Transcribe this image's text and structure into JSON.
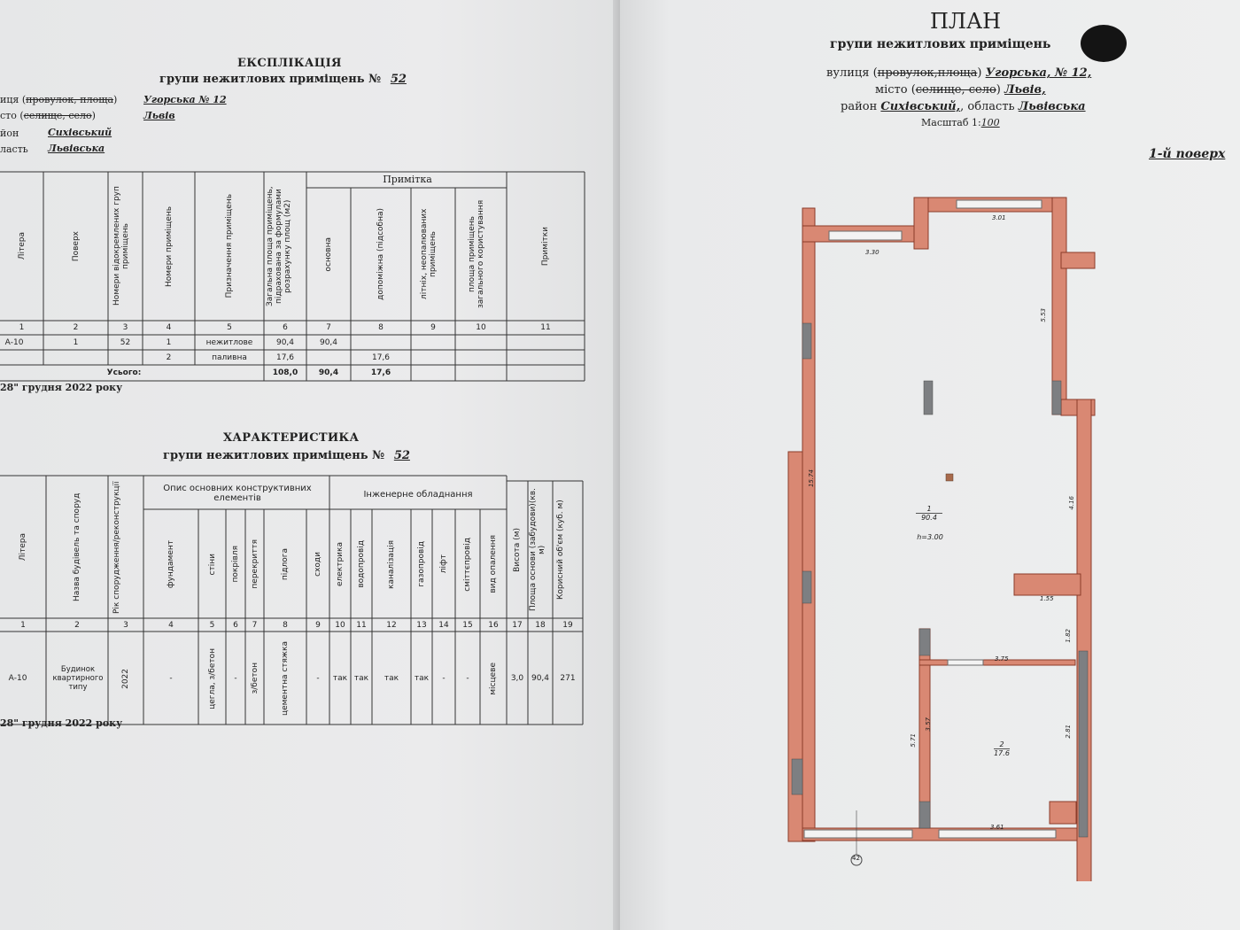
{
  "explication": {
    "title": "ЕКСПЛІКАЦІЯ",
    "subtitle": "групи нежитлових приміщень №",
    "group_no": "52",
    "street_label_pre": "иця (",
    "street_label_strike": "провулок, площа",
    "street_label_post": ")",
    "street_value": "Угорська № 12",
    "city_label_pre": "сто (",
    "city_label_strike": "селище, село",
    "city_label_post": ")",
    "city_value": "Львів",
    "district_label": "йон",
    "district_value": "Сихівський",
    "region_label": "ласть",
    "region_value": "Львівська",
    "headers": [
      "Літера",
      "Поверх",
      "Номери відокремлених груп приміщень",
      "Номери приміщень",
      "Призначення приміщень",
      "Загальна площа приміщень, підрахована за формулами розрахунку площ (м2)",
      "основна",
      "допоміжна (підсобна)",
      "літніх, неопалюваних приміщень",
      "площа приміщень загального користування",
      "Примітки"
    ],
    "note_header": "Примітка",
    "col_numbers": [
      "1",
      "2",
      "3",
      "4",
      "5",
      "6",
      "7",
      "8",
      "9",
      "10",
      "11"
    ],
    "rows": [
      [
        "А-10",
        "1",
        "52",
        "1",
        "нежитлове",
        "90,4",
        "90,4",
        "",
        "",
        "",
        ""
      ],
      [
        "",
        "",
        "",
        "2",
        "паливна",
        "17,6",
        "",
        "17,6",
        "",
        "",
        ""
      ]
    ],
    "total_label": "Усього:",
    "total_values": [
      "108,0",
      "90,4",
      "17,6"
    ],
    "date": "28\" грудня 2022 року"
  },
  "characteristic": {
    "title": "ХАРАКТЕРИСТИКА",
    "subtitle": "групи нежитлових приміщень №",
    "group_no": "52",
    "group_desc": "Опис основних конструктивних елементів",
    "group_eng": "Інженерне обладнання",
    "headers": [
      "Літера",
      "Назва будівель та споруд",
      "Рік спорудження/реконструкції",
      "фундамент",
      "стіни",
      "покрівля",
      "перекриття",
      "підлога",
      "сходи",
      "електрика",
      "водопровід",
      "каналізація",
      "газопровід",
      "ліфт",
      "сміттєпровід",
      "вид опалення",
      "Висота (м)",
      "Площа основи (забудови)(кв. м)",
      "Корисний об'єм (куб. м)"
    ],
    "col_numbers": [
      "1",
      "2",
      "3",
      "4",
      "5",
      "6",
      "7",
      "8",
      "9",
      "10",
      "11",
      "12",
      "13",
      "14",
      "15",
      "16",
      "17",
      "18",
      "19"
    ],
    "row": [
      "А-10",
      "Будинок квартирного типу",
      "2022",
      "-",
      "цегла, з/бетон",
      "-",
      "з/бетон",
      "цементна стяжка",
      "-",
      "так",
      "так",
      "так",
      "так",
      "-",
      "-",
      "місцеве",
      "3,0",
      "90,4",
      "271"
    ],
    "date": "28\" грудня 2022 року"
  },
  "plan": {
    "title": "ПЛАН",
    "subtitle": "групи нежитлових приміщень",
    "street_pre": "вулиця (",
    "street_strike": "провулок,площа",
    "street_post": ")",
    "street_value": "Угорська, № 12,",
    "city_pre": "місто (",
    "city_strike": "селище, село",
    "city_post": ")",
    "city_value": "Львів,",
    "district_pre": "район",
    "district_value": "Сихівський,",
    "region_pre": ", область",
    "region_value": "Львівська",
    "scale_label": "Масштаб 1:",
    "scale_value": "100",
    "floor": "1-й поверх",
    "room1_no": "1",
    "room1_area": "90.4",
    "room1_height": "h=3.00",
    "room2_no": "2",
    "room2_area": "17.6",
    "dims": [
      "3.30",
      "3.01",
      "5.53",
      "15.74",
      "4.16",
      "1.55",
      "1.82",
      "3.75",
      "5.71",
      "3.57",
      "2.81",
      "3.61"
    ],
    "axis_label": "42"
  },
  "colors": {
    "wall": "#d98873",
    "wall_stroke": "#8b3b2a",
    "column": "#7d7f82"
  }
}
